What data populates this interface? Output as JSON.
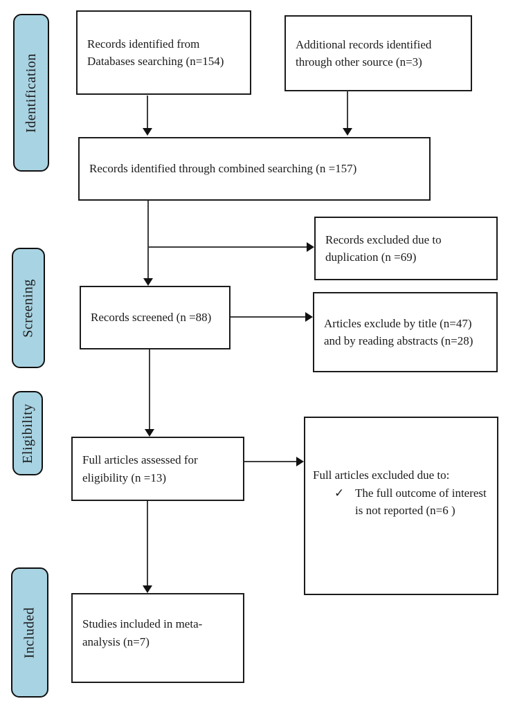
{
  "diagram": {
    "type": "prisma-flow",
    "stages": [
      {
        "id": "identification",
        "label": "Identification"
      },
      {
        "id": "screening",
        "label": "Screening"
      },
      {
        "id": "eligibility",
        "label": "Eligibility"
      },
      {
        "id": "included",
        "label": "Included"
      }
    ],
    "boxes": {
      "databases": {
        "text": "Records identified from\nDatabases searching (n=154)",
        "n": 154
      },
      "other_sources": {
        "text": "Additional records identified\nthrough other source (n=3)",
        "n": 3
      },
      "combined": {
        "text": "Records identified through combined searching (n =157)",
        "n": 157
      },
      "duplicates_excluded": {
        "text": "Records excluded due to\nduplication (n =69)",
        "n": 69
      },
      "screened": {
        "text": "Records screened (n =88)",
        "n": 88
      },
      "title_abstract_excluded": {
        "text": "Articles exclude by title (n=47)\nand by reading abstracts (n=28)",
        "n_title": 47,
        "n_abstract": 28
      },
      "full_articles_assessed": {
        "text": "Full articles assessed for\neligibility (n =13)",
        "n": 13
      },
      "full_articles_excluded": {
        "heading": "Full articles excluded due to:",
        "bullet_icon": "✓",
        "bullet_text": "The full outcome of interest\nis not reported (n=6 )",
        "n": 6
      },
      "included_studies": {
        "text": "Studies included in meta-\nanalysis (n=7)",
        "n": 7
      }
    },
    "colors": {
      "stage_fill": "#a8d3e2",
      "box_border": "#1b1b1b",
      "arrow_line": "#3c3c3c",
      "arrow_head": "#111111"
    }
  }
}
